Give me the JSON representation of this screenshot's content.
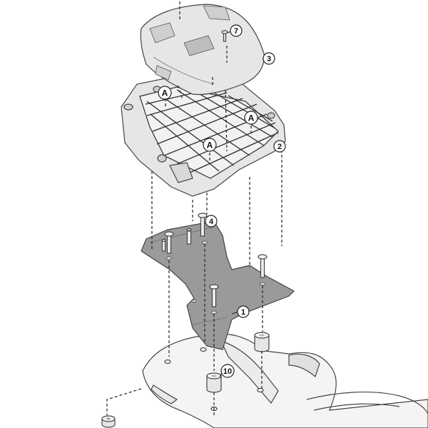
{
  "callouts": {
    "part_7": "7",
    "part_3": "3",
    "part_2": "2",
    "part_4": "4",
    "part_1": "1",
    "part_10": "10"
  },
  "labels": {
    "label_a_left": "A",
    "label_a_right": "A",
    "label_a_center": "A"
  },
  "colors": {
    "plate_fill": "#9a9a9a",
    "part_fill": "#e6e6e6",
    "bike_fill": "#f4f4f4",
    "grid_line": "#2a2a2a"
  }
}
